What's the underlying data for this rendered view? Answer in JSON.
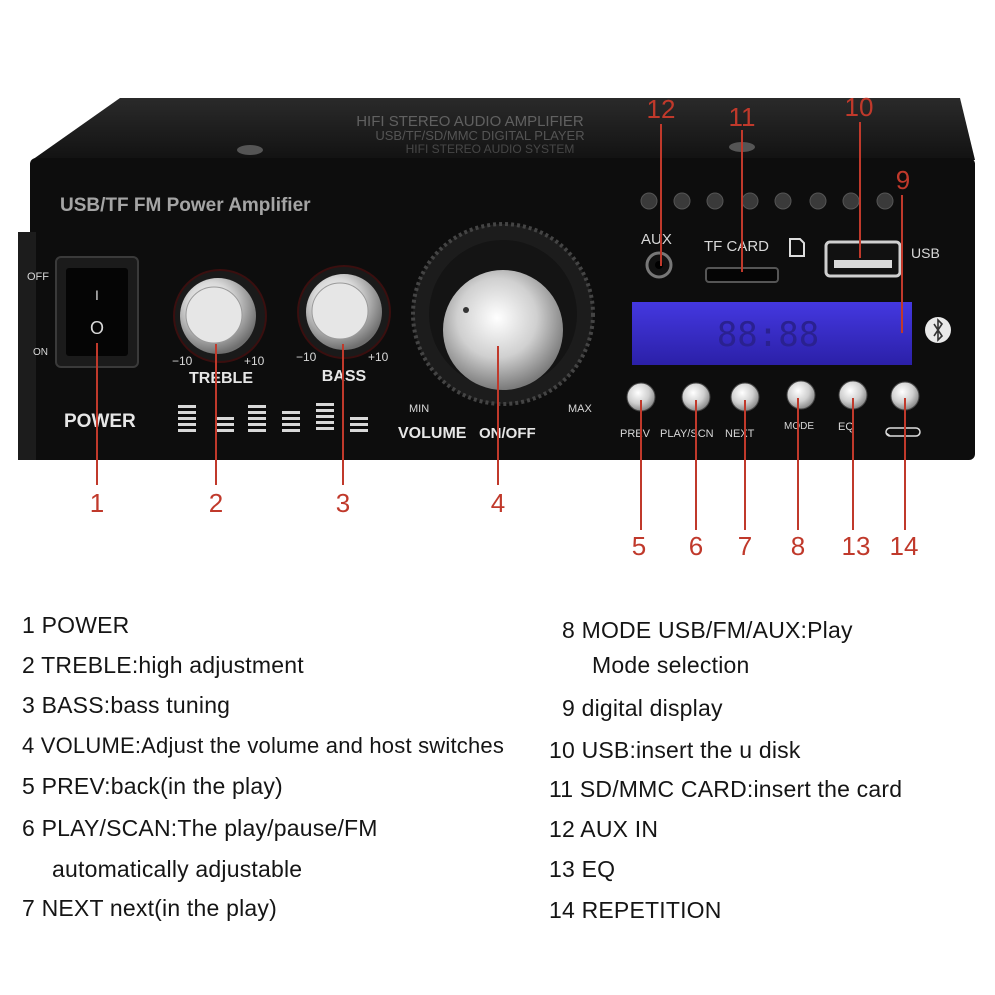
{
  "panel": {
    "top_print_line1": "HIFI STEREO AUDIO AMPLIFIER",
    "top_print_line2": "USB/TF/SD/MMC DIGITAL PLAYER",
    "top_print_line3": "HIFI STEREO AUDIO SYSTEM",
    "brand_text": "USB/TF FM Power Amplifier",
    "switch_off": "OFF",
    "switch_on": "ON",
    "switch_symbol_on": "I",
    "switch_symbol_off": "O",
    "power_label": "POWER",
    "treble_label": "TREBLE",
    "treble_min": "−10",
    "treble_max": "+10",
    "bass_label": "BASS",
    "bass_min": "−10",
    "bass_max": "+10",
    "volume_label": "VOLUME",
    "volume_onoff": "ON/OFF",
    "volume_min": "MIN",
    "volume_max": "MAX",
    "aux_label": "AUX",
    "tf_card_label": "TF CARD",
    "usb_label": "USB",
    "display_text": "88:88",
    "buttons": {
      "prev": "PREV",
      "play_scn": "PLAY/SCN",
      "next": "NEXT",
      "mode": "MODE",
      "eq": "EQ"
    }
  },
  "callouts": {
    "n1": "1",
    "n2": "2",
    "n3": "3",
    "n4": "4",
    "n5": "5",
    "n6": "6",
    "n7": "7",
    "n8": "8",
    "n9": "9",
    "n10": "10",
    "n11": "11",
    "n12": "12",
    "n13": "13",
    "n14": "14"
  },
  "legend_left": [
    "1 POWER",
    "2 TREBLE:high adjustment",
    "3 BASS:bass tuning",
    "4 VOLUME:Adjust the volume and host switches",
    "5 PREV:back(in the play)",
    "6 PLAY/SCAN:The play/pause/FM",
    "automatically adjustable",
    "7 NEXT next(in the play)"
  ],
  "legend_right": [
    "8 MODE USB/FM/AUX:Play",
    "Mode selection",
    "9 digital display",
    "10 USB:insert the u disk",
    "11 SD/MMC CARD:insert the card",
    "12 AUX IN",
    "13 EQ",
    "14 REPETITION"
  ],
  "colors": {
    "callout_red": "#c0392b",
    "chassis_black": "#111111",
    "display_blue": "#3a2fd0"
  }
}
